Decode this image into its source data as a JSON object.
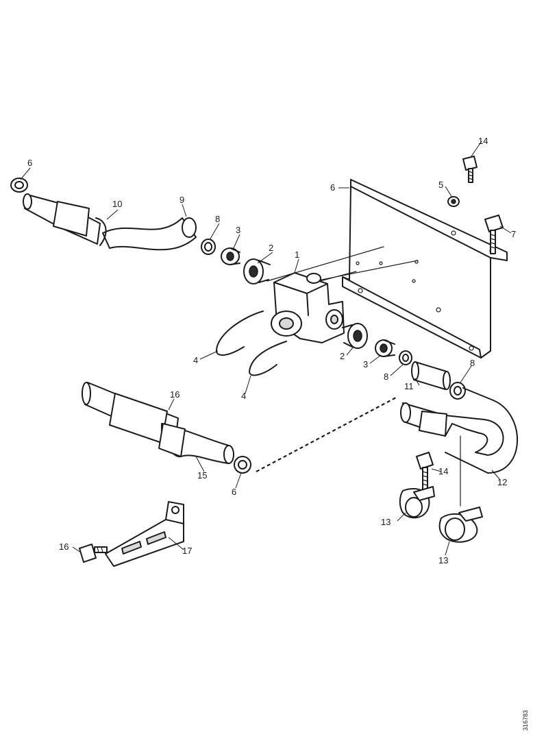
{
  "diagram": {
    "reference_number": "316783",
    "callouts": [
      {
        "id": "c6-top-left",
        "label": "6"
      },
      {
        "id": "c10",
        "label": "10"
      },
      {
        "id": "c9",
        "label": "9"
      },
      {
        "id": "c8-left",
        "label": "8"
      },
      {
        "id": "c3-left",
        "label": "3"
      },
      {
        "id": "c2-left",
        "label": "2"
      },
      {
        "id": "c1",
        "label": "1"
      },
      {
        "id": "c6-bracket",
        "label": "6"
      },
      {
        "id": "c5",
        "label": "5"
      },
      {
        "id": "c14-top",
        "label": "14"
      },
      {
        "id": "c7",
        "label": "7"
      },
      {
        "id": "c4-left",
        "label": "4"
      },
      {
        "id": "c4-right",
        "label": "4"
      },
      {
        "id": "c2-right",
        "label": "2"
      },
      {
        "id": "c3-right",
        "label": "3"
      },
      {
        "id": "c8-right",
        "label": "8"
      },
      {
        "id": "c11",
        "label": "11"
      },
      {
        "id": "c8-far-right",
        "label": "8"
      },
      {
        "id": "c16-top",
        "label": "16"
      },
      {
        "id": "c15",
        "label": "15"
      },
      {
        "id": "c6-bottom",
        "label": "6"
      },
      {
        "id": "c14-bottom",
        "label": "14"
      },
      {
        "id": "c12",
        "label": "12"
      },
      {
        "id": "c13-left",
        "label": "13"
      },
      {
        "id": "c13-right",
        "label": "13"
      },
      {
        "id": "c16-bottom",
        "label": "16"
      },
      {
        "id": "c17",
        "label": "17"
      }
    ]
  }
}
